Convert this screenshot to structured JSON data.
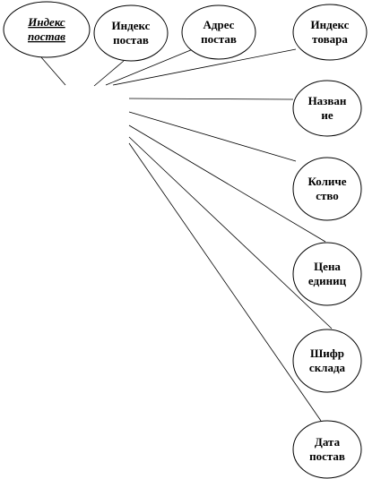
{
  "diagram": {
    "nodes": [
      {
        "id": "n1",
        "lines": [
          "Индекс",
          "постав"
        ],
        "key": true
      },
      {
        "id": "n2",
        "lines": [
          "Индекс",
          "постав"
        ],
        "key": false
      },
      {
        "id": "n3",
        "lines": [
          "Адрес",
          "постав"
        ],
        "key": false
      },
      {
        "id": "n4",
        "lines": [
          "Индекс",
          "товара"
        ],
        "key": false
      },
      {
        "id": "n5",
        "lines": [
          "Назван",
          "ие"
        ],
        "key": false
      },
      {
        "id": "n6",
        "lines": [
          "Количе",
          "ство"
        ],
        "key": false
      },
      {
        "id": "n7",
        "lines": [
          "Цена",
          "единиц"
        ],
        "key": false
      },
      {
        "id": "n8",
        "lines": [
          "Шифр",
          "склада"
        ],
        "key": false
      },
      {
        "id": "n9",
        "lines": [
          "Дата",
          "постав"
        ],
        "key": false
      }
    ]
  }
}
